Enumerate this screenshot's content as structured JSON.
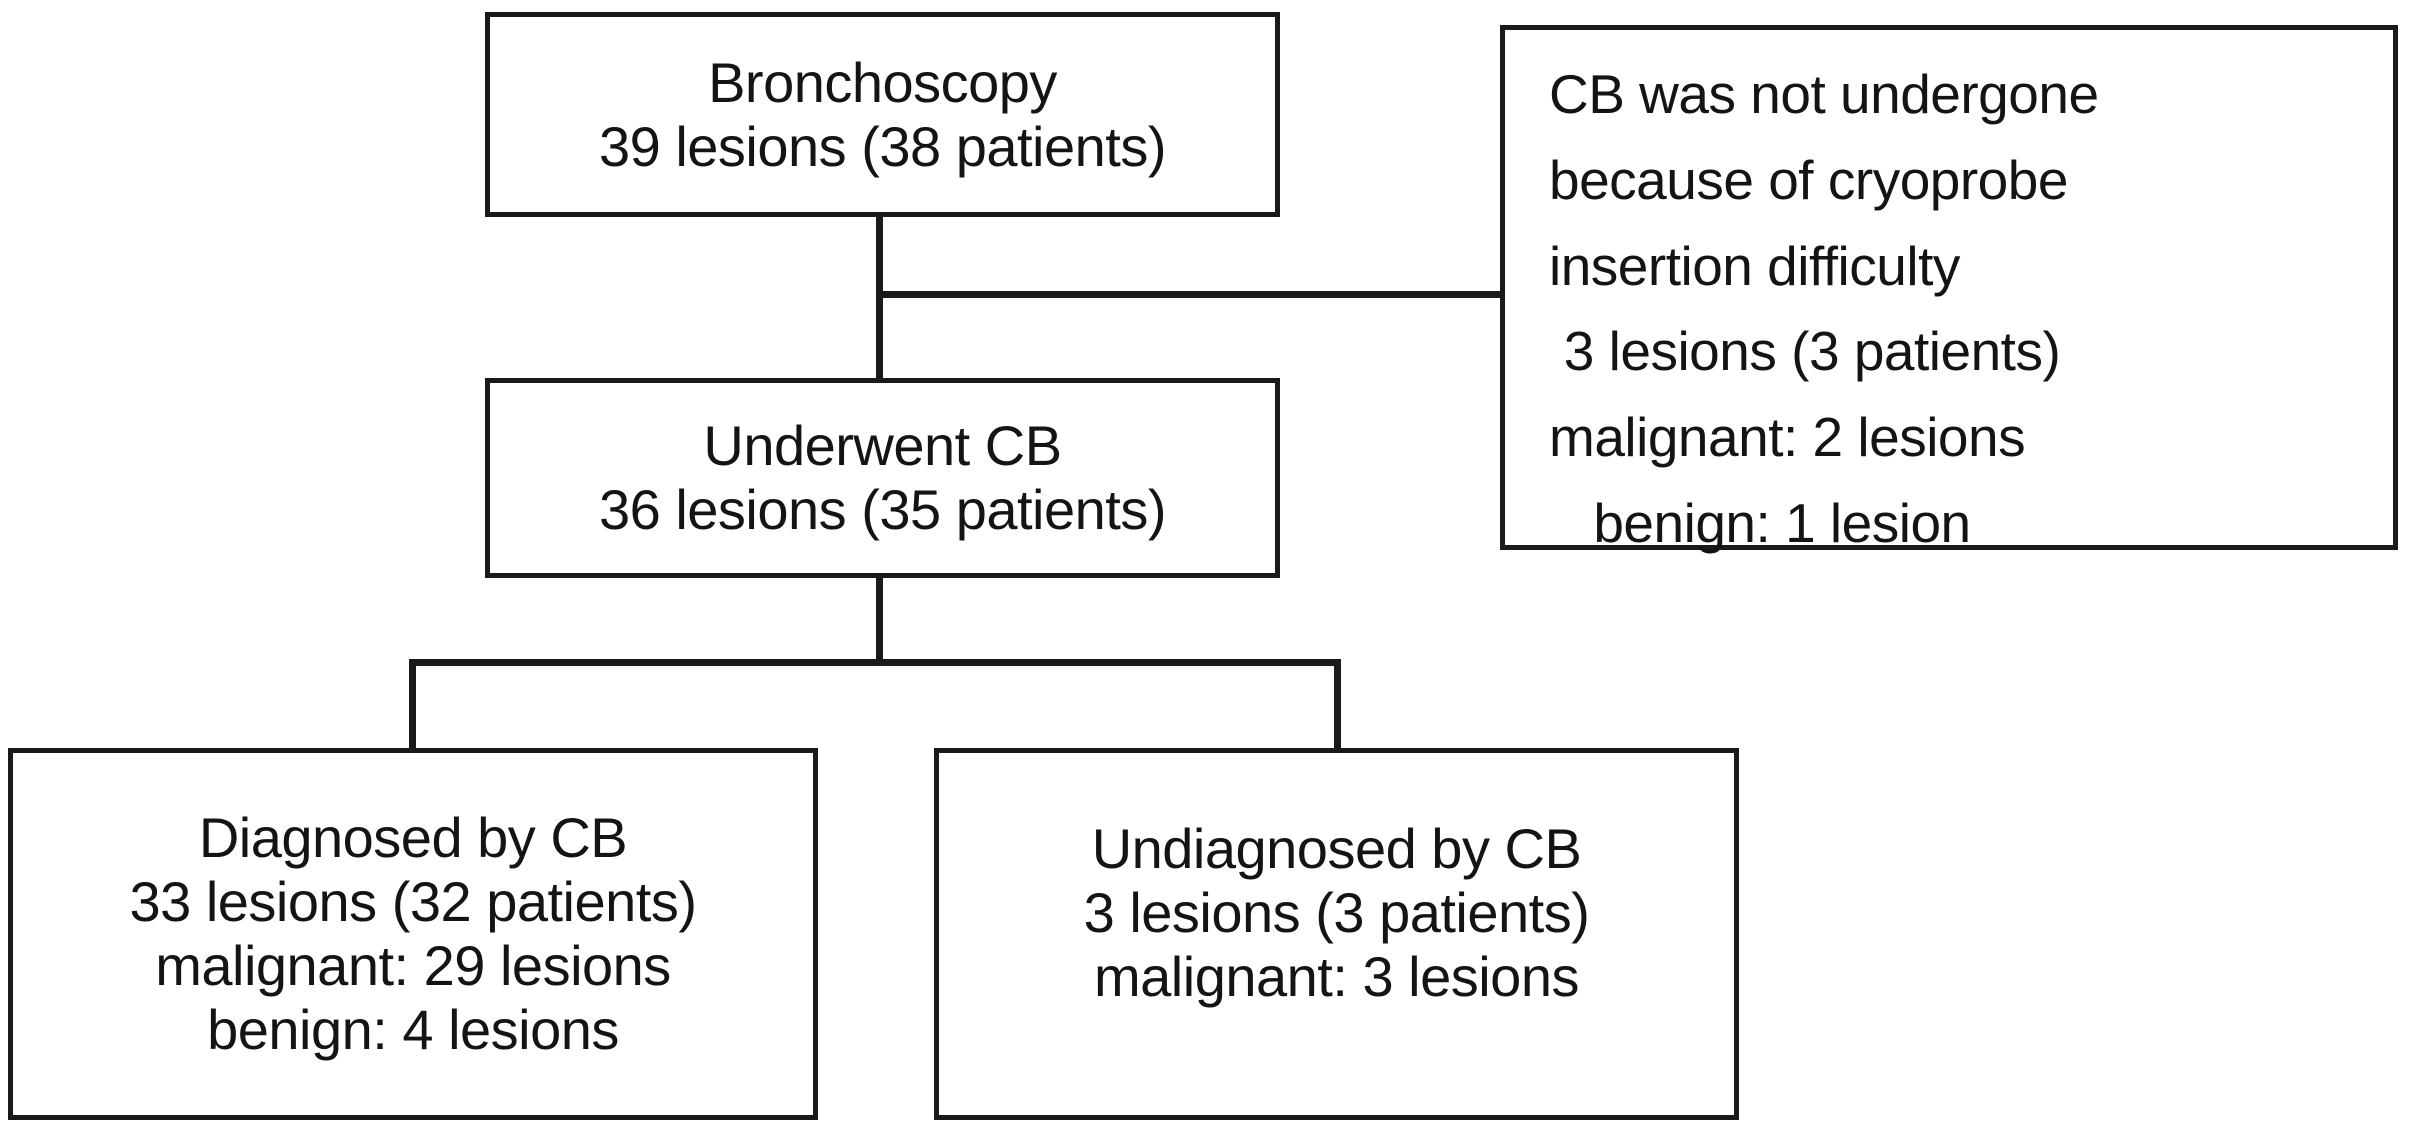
{
  "diagram": {
    "title": "Bronchoscopy cryobiopsy patient flow",
    "stroke_color": "#1a1a1a",
    "text_color": "#141414",
    "background_color": "#ffffff",
    "nodes": {
      "bronchoscopy": {
        "name": "Bronchoscopy",
        "lines": [
          "Bronchoscopy",
          "39 lesions (38 patients)"
        ],
        "lesions": 39,
        "patients": 38
      },
      "not_undergone": {
        "name": "CB not undergone",
        "lines": [
          "CB was not undergone",
          "because of cryoprobe",
          "insertion difficulty",
          " 3 lesions (3 patients)",
          "malignant: 2 lesions",
          "   benign: 1 lesion"
        ],
        "lesions": 3,
        "patients": 3,
        "malignant": 2,
        "benign": 1
      },
      "underwent_cb": {
        "name": "Underwent CB",
        "lines": [
          "Underwent CB",
          "36 lesions (35 patients)"
        ],
        "lesions": 36,
        "patients": 35
      },
      "diagnosed": {
        "name": "Diagnosed by CB",
        "lines": [
          "Diagnosed by CB",
          "33 lesions (32 patients)",
          "malignant: 29 lesions",
          "benign: 4 lesions"
        ],
        "lesions": 33,
        "patients": 32,
        "malignant": 29,
        "benign": 4
      },
      "undiagnosed": {
        "name": "Undiagnosed by CB",
        "lines": [
          "Undiagnosed by CB",
          "3 lesions (3 patients)",
          "malignant: 3 lesions"
        ],
        "lesions": 3,
        "patients": 3,
        "malignant": 3
      }
    },
    "connectors": [
      {
        "id": "bronchoscopy-stem",
        "from": "bronchoscopy",
        "to": "underwent_cb",
        "orientation": "vertical"
      },
      {
        "id": "to-not-undergone",
        "from": "bronchoscopy",
        "to": "not_undergone",
        "orientation": "horizontal"
      },
      {
        "id": "underwent-stem",
        "from": "underwent_cb",
        "to": "split",
        "orientation": "vertical"
      },
      {
        "id": "split-bar",
        "from": "split",
        "to": "split",
        "orientation": "horizontal"
      },
      {
        "id": "drop-to-diagnosed",
        "from": "split",
        "to": "diagnosed",
        "orientation": "vertical"
      },
      {
        "id": "drop-to-undiagnosed",
        "from": "split",
        "to": "undiagnosed",
        "orientation": "vertical"
      }
    ]
  }
}
